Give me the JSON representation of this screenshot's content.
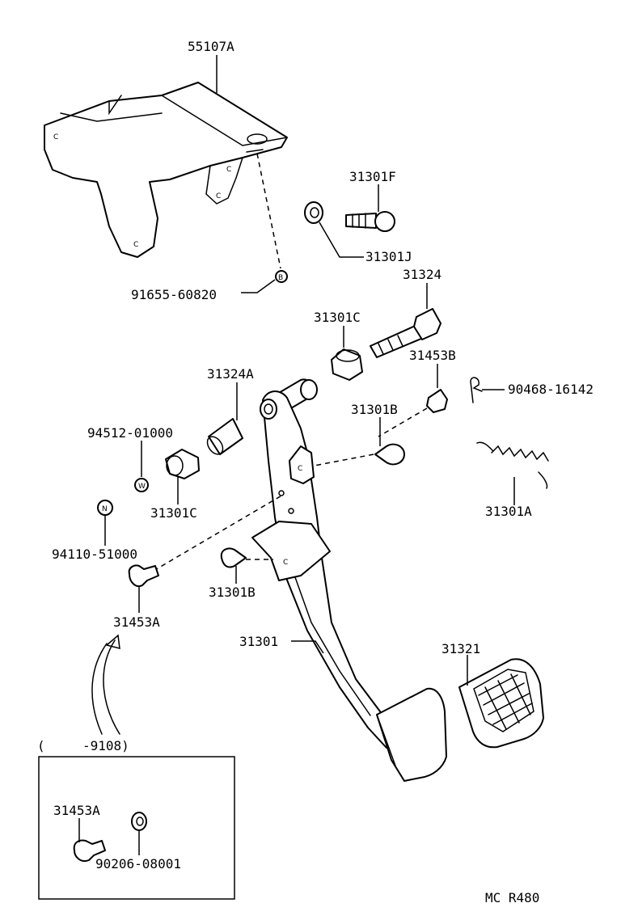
{
  "parts": {
    "p55107a": "55107A",
    "p31301f": "31301F",
    "p31301j": "31301J",
    "p91655": "91655-60820",
    "p31324": "31324",
    "p31301c_top": "31301C",
    "p31453b": "31453B",
    "p90468": "90468-16142",
    "p31324a": "31324A",
    "p31301b_top": "31301B",
    "p94512": "94512-01000",
    "p31301a": "31301A",
    "p31301c_bot": "31301C",
    "p94110": "94110-51000",
    "p31301b_bot": "31301B",
    "p31453a": "31453A",
    "p31301": "31301",
    "p31321": "31321",
    "inset_31453a": "31453A",
    "inset_90206": "90206-08001"
  },
  "inset_title_open": "(",
  "inset_title_range": "-9108)",
  "symbols": {
    "bolt_mark": "B",
    "washer_mark": "W",
    "nut_mark": "N",
    "clip_mark": "C"
  },
  "footer_code": "MC R480"
}
